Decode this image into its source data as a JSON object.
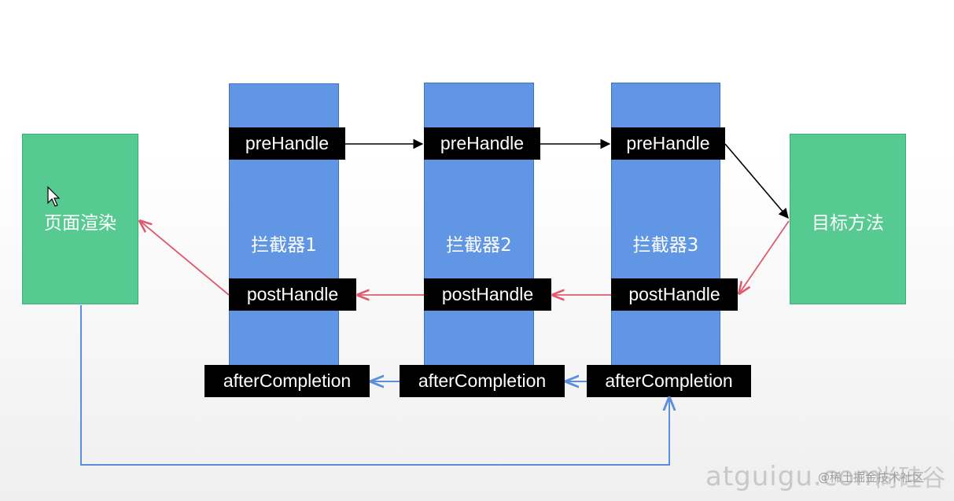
{
  "page_render": {
    "label": "页面渲染",
    "color": "#57ca92"
  },
  "target_method": {
    "label": "目标方法",
    "color": "#57ca92"
  },
  "interceptors": [
    {
      "label": "拦截器1",
      "pre": "preHandle",
      "post": "postHandle",
      "after": "afterCompletion"
    },
    {
      "label": "拦截器2",
      "pre": "preHandle",
      "post": "postHandle",
      "after": "afterCompletion"
    },
    {
      "label": "拦截器3",
      "pre": "preHandle",
      "post": "postHandle",
      "after": "afterCompletion"
    }
  ],
  "colors": {
    "interceptor": "#6196e4",
    "pre_arrow": "#000000",
    "post_arrow": "#e05a6f",
    "after_arrow": "#5b8fdc"
  },
  "watermark": {
    "site": "atguigu.com",
    "credit": "@稀土掘金技术社区",
    "brand": "尚硅谷"
  }
}
